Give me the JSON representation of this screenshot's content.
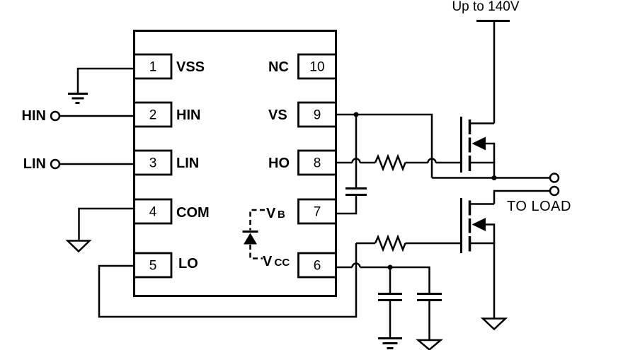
{
  "colors": {
    "line": "#000000",
    "background": "#ffffff"
  },
  "ic": {
    "left_pins": [
      {
        "number": "1",
        "label": "VSS"
      },
      {
        "number": "2",
        "label": "HIN"
      },
      {
        "number": "3",
        "label": "LIN"
      },
      {
        "number": "4",
        "label": "COM"
      },
      {
        "number": "5",
        "label": "LO"
      }
    ],
    "right_pins": [
      {
        "number": "10",
        "label": "NC"
      },
      {
        "number": "9",
        "label": "VS"
      },
      {
        "number": "8",
        "label": "HO"
      },
      {
        "number": "7",
        "label_main": "V",
        "label_sub": "B"
      },
      {
        "number": "6",
        "label_main": "V",
        "label_sub": "CC"
      }
    ]
  },
  "inputs": {
    "hin": "HIN",
    "lin": "LIN"
  },
  "annotations": {
    "supply": "Up to 140V",
    "load": "TO LOAD"
  }
}
